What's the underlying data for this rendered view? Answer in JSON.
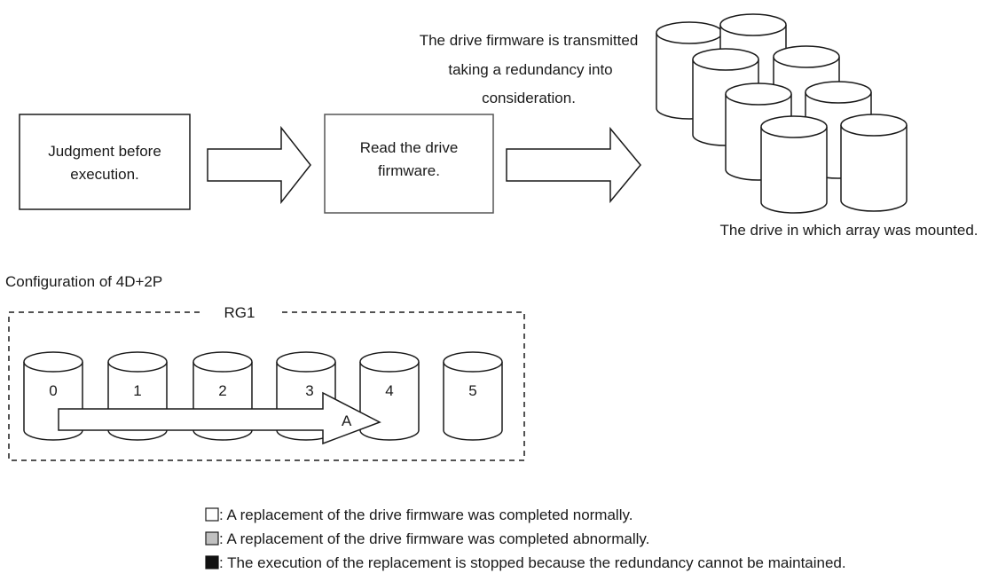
{
  "flow": {
    "step1": {
      "line1": "Judgment before",
      "line2": "execution."
    },
    "step2": {
      "line1": "Read the drive",
      "line2": "firmware."
    },
    "note": {
      "line1": "The drive firmware is transmitted",
      "line2": "taking a redundancy into",
      "line3": "consideration."
    },
    "drives_caption": "The drive in which array was mounted."
  },
  "config": {
    "title": "Configuration of 4D+2P",
    "group_label": "RG1",
    "drives": [
      "0",
      "1",
      "2",
      "3",
      "4",
      "5"
    ],
    "arrow_label": "A"
  },
  "legend": [
    {
      "text": ": A replacement of the drive firmware was completed normally.",
      "color": "#ffffff"
    },
    {
      "text": ": A replacement of the drive firmware was completed abnormally.",
      "color": "#c0c0c0"
    },
    {
      "text": ": The execution of the replacement is stopped because the redundancy cannot be maintained.",
      "color": "#111111"
    }
  ]
}
